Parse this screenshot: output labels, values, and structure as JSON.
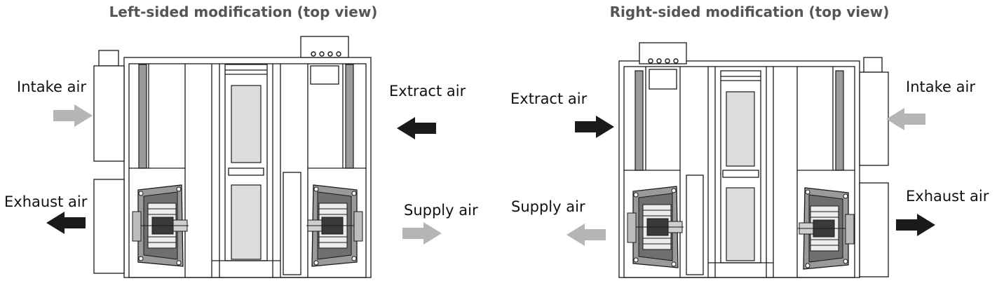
{
  "left_unit": {
    "title": "Left-sided modification (top view)",
    "labels": {
      "intake": "Intake air",
      "extract": "Extract air",
      "exhaust": "Exhaust air",
      "supply": "Supply air"
    }
  },
  "right_unit": {
    "title": "Right-sided modification (top view)",
    "labels": {
      "extract": "Extract air",
      "intake": "Intake air",
      "supply": "Supply air",
      "exhaust": "Exhaust air"
    }
  },
  "colors": {
    "dark_arrow": "#1a1a1a",
    "light_arrow": "#b5b5b5",
    "panel_gray": "#dcdcdc",
    "fan_gray": "#9a9a9a"
  },
  "icons": {
    "flow_arrow": "arrow-icon",
    "fan": "fan-icon",
    "terminal_box": "terminal-box-icon"
  }
}
